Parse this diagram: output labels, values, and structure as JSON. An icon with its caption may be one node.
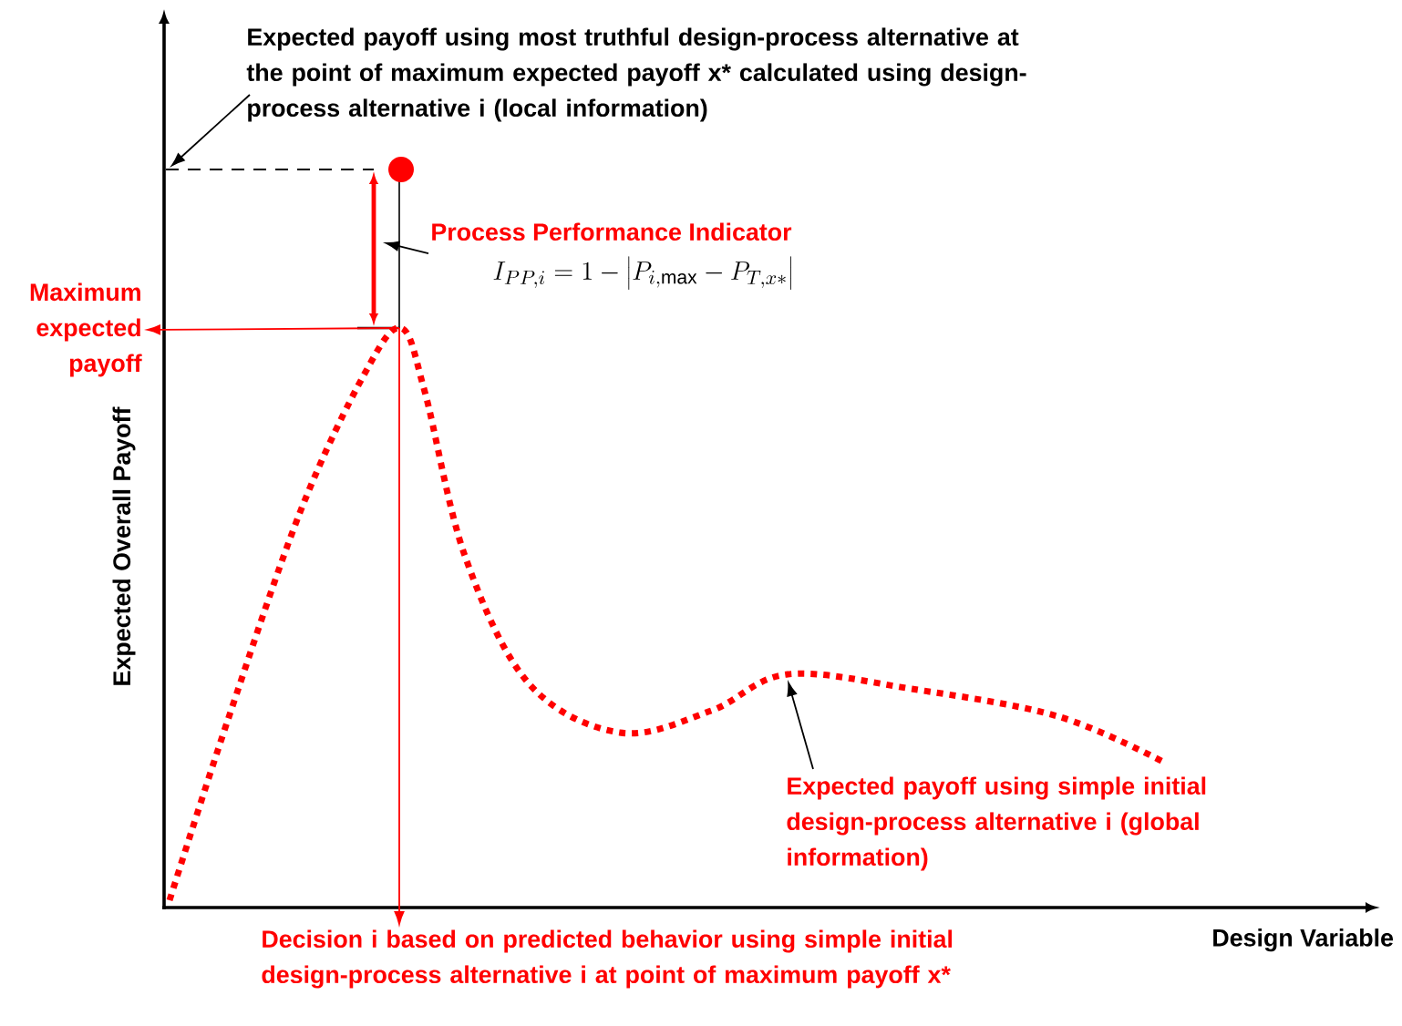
{
  "diagram": {
    "nodes": [
      {
        "text": [
          "Expected payoff using most truthful design-process alternative at the point of maximum expected payoff x* calculated using design-process alternative i (local information)"
        ]
      },
      {
        "text": [
          "Process Performance Indicator",
          "I_{PP,i} = 1 - \\left|P_{i,\\max} - P_{T,x*}\\right|"
        ]
      },
      {
        "text": [
          "Maximum expected payoff"
        ]
      },
      {
        "text": [
          "Decision i based on predicted behavior using simple initial design-process alternative i at point of maximum payoff x*"
        ]
      },
      {
        "text": [
          "Expected payoff using simple initial design-process alternative i (global information)"
        ]
      }
    ],
    "edges": [
      {
        "from": 0,
        "to": null,
        "arrow": "to"
      },
      {
        "from": 1,
        "to": null,
        "arrow": "to"
      },
      {
        "from": null,
        "to": 2,
        "arrow": "to",
        "color": "#ff0000"
      },
      {
        "from": null,
        "to": 3,
        "arrow": "to",
        "color": "#ff0000"
      },
      {
        "from": 4,
        "to": null,
        "arrow": "to"
      }
    ],
    "labels": [
      "Expected Overall Payoff",
      "Design Variable"
    ]
  }
}
